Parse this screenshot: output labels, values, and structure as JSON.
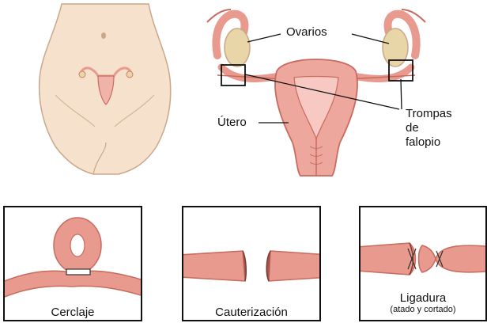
{
  "labels": {
    "ovaries": "Ovarios",
    "uterus": "Útero",
    "tubes_line1": "Trompas",
    "tubes_line2": "de",
    "tubes_line3": "falopio"
  },
  "methods": [
    {
      "label": "Cerclaje",
      "sublabel": ""
    },
    {
      "label": "Cauterización",
      "sublabel": ""
    },
    {
      "label": "Ligadura",
      "sublabel": "(atado y cortado)"
    }
  ],
  "colors": {
    "skin": "#f6e2cc",
    "skin_outline": "#c9a78a",
    "tissue": "#e89a8e",
    "tissue_dark": "#c96a5f",
    "ovary": "#e8d6a8",
    "frame": "#111111"
  }
}
